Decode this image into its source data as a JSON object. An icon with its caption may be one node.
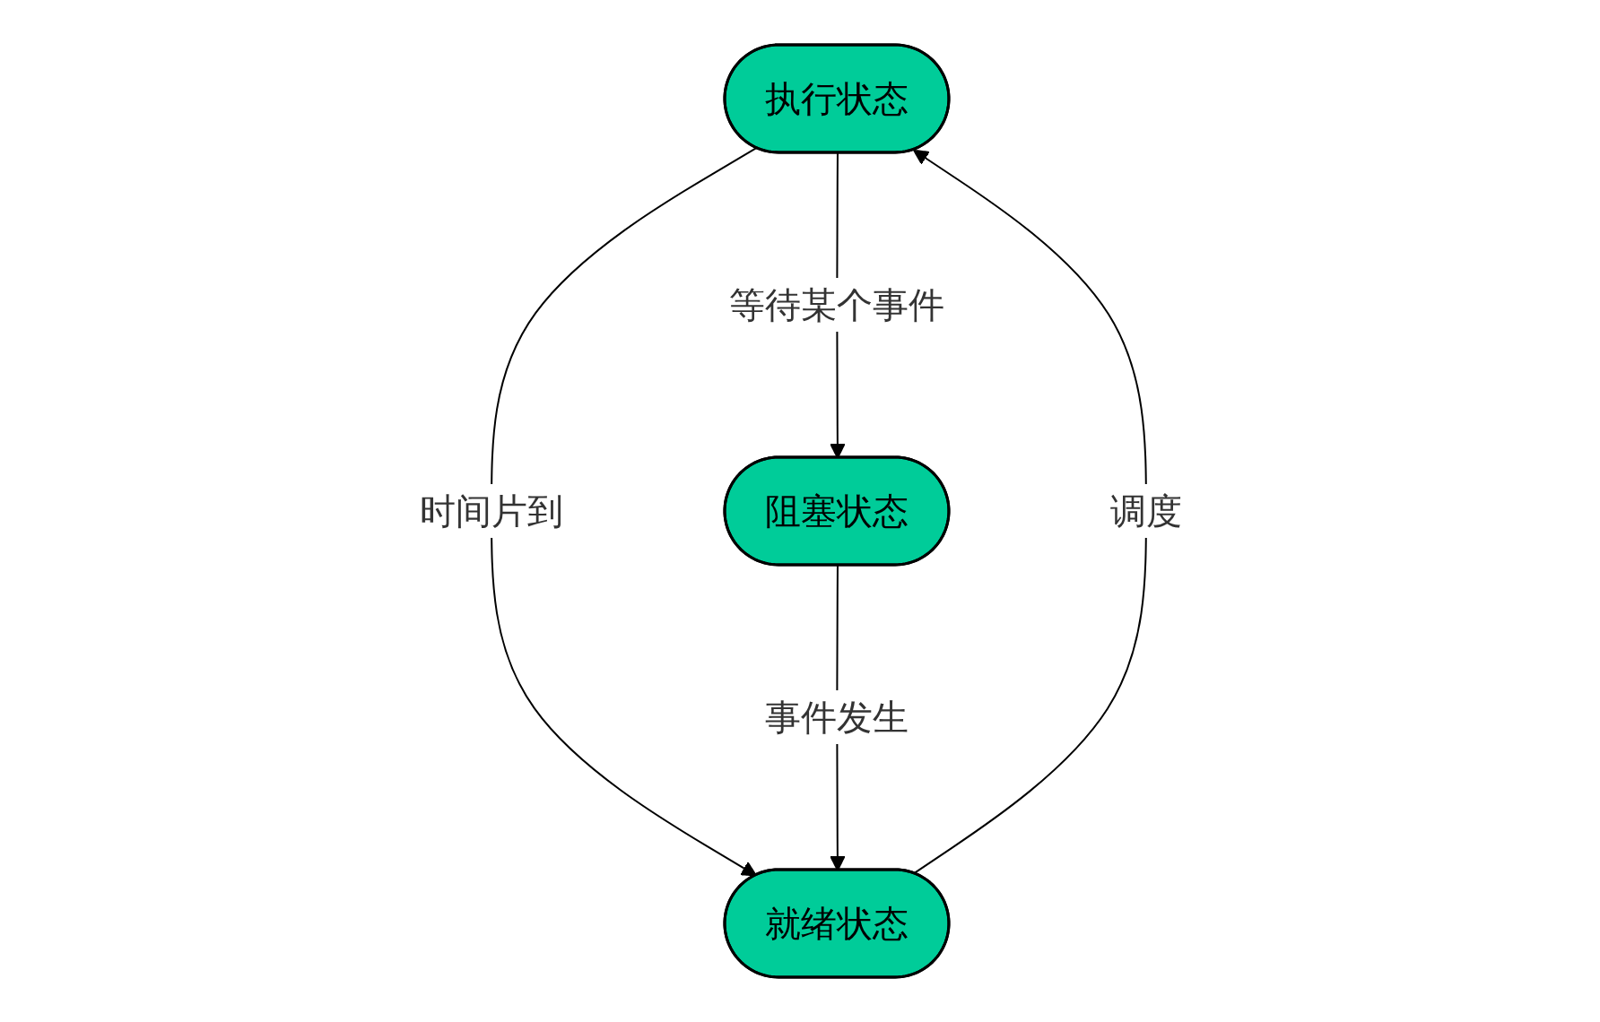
{
  "diagram": {
    "nodes": [
      {
        "text": [
          "执行状态"
        ]
      },
      {
        "text": [
          "就绪状态"
        ]
      },
      {
        "text": [
          "阻塞状态"
        ]
      }
    ],
    "edges": [
      {
        "from": 0,
        "to": 1,
        "arrow": "to",
        "label": "时间片到"
      },
      {
        "from": 1,
        "to": 0,
        "arrow": "to",
        "label": "调度"
      },
      {
        "from": 0,
        "to": 2,
        "arrow": "to",
        "label": "等待某个事件"
      },
      {
        "from": 2,
        "to": 1,
        "arrow": "to",
        "label": "事件发生"
      }
    ]
  }
}
